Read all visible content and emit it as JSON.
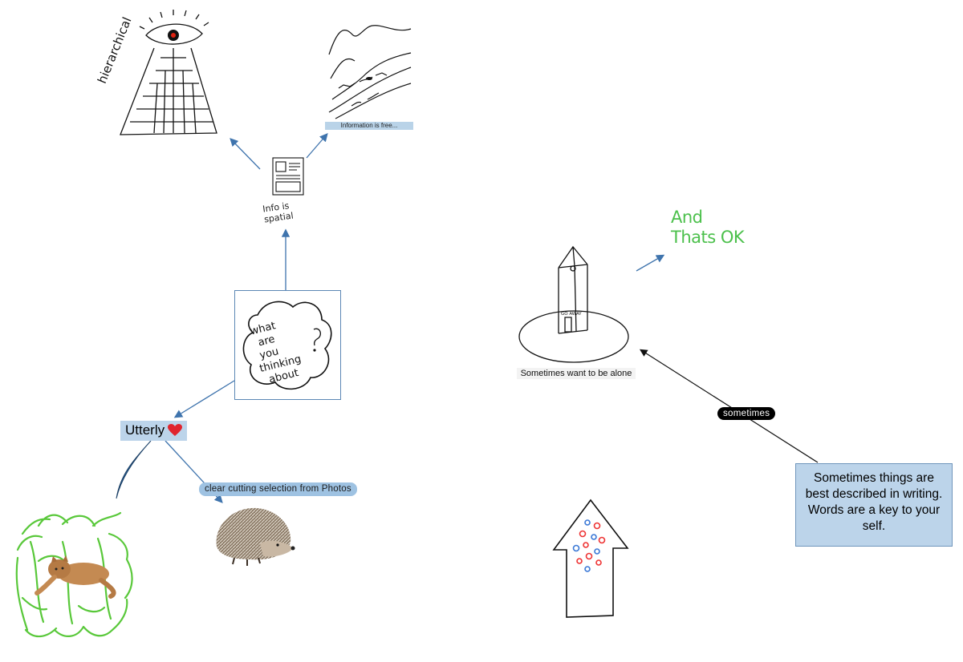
{
  "nodes": {
    "hierarchical_label": "hierarchical",
    "info_is_spatial_label": "Info is spatial",
    "information_free_caption": "Information is free...",
    "thinking_text": [
      "what",
      "are",
      "you",
      "thinking",
      "about"
    ],
    "utterly_label": "Utterly",
    "clear_cutting_label": "clear cutting selection from Photos",
    "and_thats_ok": [
      "And",
      "Thats OK"
    ],
    "tower_sign": "GO AWAY",
    "sometimes_alone_caption": "Sometimes want to be alone",
    "sometimes_pill": "sometimes",
    "writing_note": "Sometimes things are best described in writing. Words are a key to your self."
  },
  "colors": {
    "connector": "#3f74ad",
    "caption_bar": "#b9d3e8",
    "note_fill": "#bcd4ea",
    "ok_green": "#4cc04c",
    "grass_green": "#59c83a"
  },
  "icons": {
    "eye": "eye-icon",
    "heart": "heart-icon",
    "hedgehog": "hedgehog-image",
    "cat": "cat-image"
  }
}
